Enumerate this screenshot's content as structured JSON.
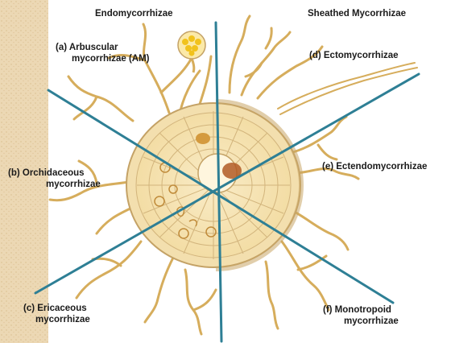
{
  "headers": {
    "left": "Endomycorrhizae",
    "right": "Sheathed Mycorrhizae"
  },
  "labels": {
    "a": {
      "line1": "(a) Arbuscular",
      "line2": "mycorrhizae (AM)"
    },
    "b": {
      "line1": "(b) Orchidaceous",
      "line2": "mycorrhizae"
    },
    "c": {
      "line1": "(c) Ericaceous",
      "line2": "mycorrhizae"
    },
    "d": {
      "line1": "(d) Ectomycorrhizae"
    },
    "e": {
      "line1": "(e) Ectendomycorrhizae"
    },
    "f": {
      "line1": "(f) Monotropoid",
      "line2": "mycorrhizae"
    }
  },
  "colors": {
    "divider": "#2e7f95",
    "soil": "#ecd8b4",
    "cell_fill": "#fbf0d0",
    "cell_stroke": "#c4a266",
    "hyphae": "#d6ad5c",
    "spore": "#f1c21c"
  }
}
